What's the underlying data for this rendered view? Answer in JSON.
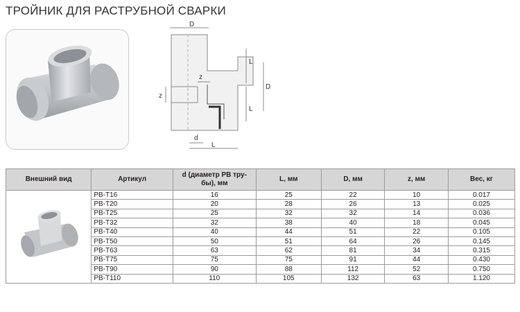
{
  "title": "ТРОЙНИК ДЛЯ РАСТРУБНОЙ СВАРКИ",
  "drawing_labels": {
    "D_top": "D",
    "L_right": "L",
    "D_right": "D",
    "L_right_lower": "L",
    "z_inner": "z",
    "z_left": "z",
    "d_bottom": "d",
    "L_bottom": "L"
  },
  "table": {
    "headers": [
      "Внешний вид",
      "Артикул",
      "d (диаметр РВ тру-бы), мм",
      "L, мм",
      "D, мм",
      "z, мм",
      "Вес, кг"
    ],
    "rows": [
      [
        "PB-T16",
        "16",
        "25",
        "22",
        "10",
        "0.017"
      ],
      [
        "PB-T20",
        "20",
        "28",
        "26",
        "13",
        "0.025"
      ],
      [
        "PB-T25",
        "25",
        "32",
        "32",
        "14",
        "0.036"
      ],
      [
        "PB-T32",
        "32",
        "38",
        "40",
        "18",
        "0.045"
      ],
      [
        "PB-T40",
        "40",
        "44",
        "51",
        "22",
        "0.105"
      ],
      [
        "PB-T50",
        "50",
        "51",
        "64",
        "26",
        "0.145"
      ],
      [
        "PB-T63",
        "63",
        "62",
        "81",
        "34",
        "0.315"
      ],
      [
        "PB-T75",
        "75",
        "75",
        "91",
        "44",
        "0.430"
      ],
      [
        "PB-T90",
        "90",
        "88",
        "112",
        "52",
        "0.750"
      ],
      [
        "PB-T110",
        "110",
        "105",
        "132",
        "63",
        "1.120"
      ]
    ]
  }
}
